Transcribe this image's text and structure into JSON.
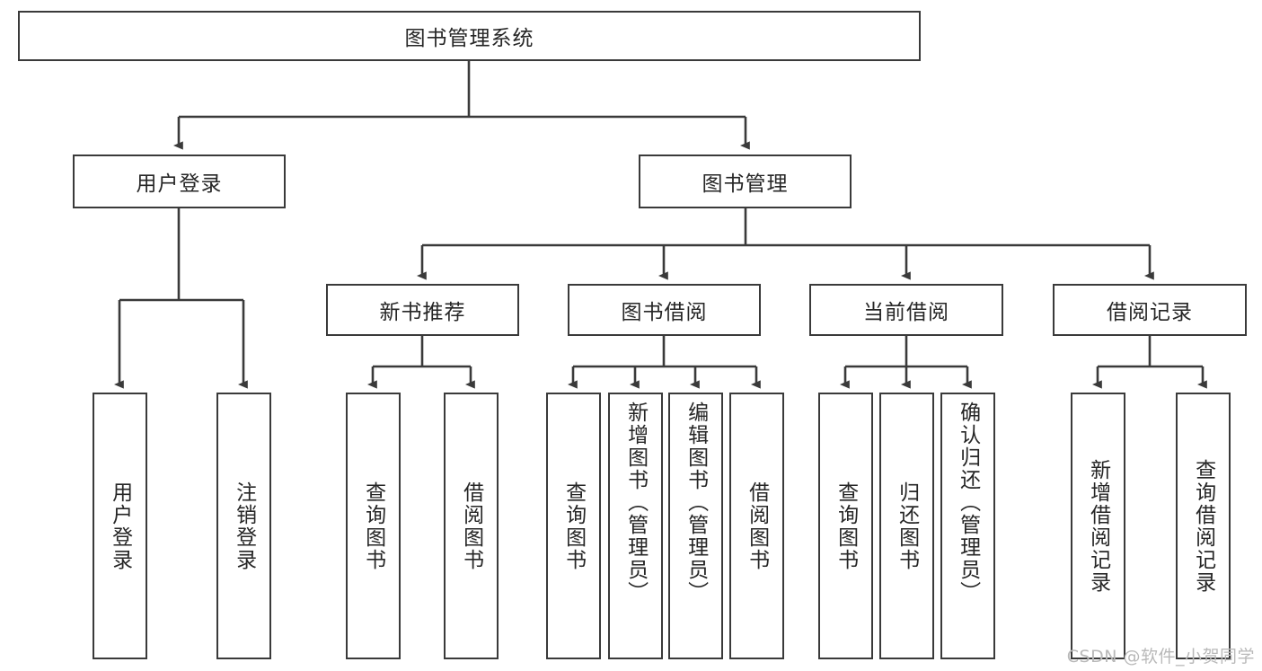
{
  "diagram": {
    "type": "tree",
    "title": "图书管理系统",
    "watermark": "CSDN @软件_小贺同学",
    "colors": {
      "box_border": "#3a3a3a",
      "box_fill": "#ffffff",
      "text": "#262626",
      "edge": "#3a3a3a",
      "watermark": "#b9b9b9"
    },
    "levels": {
      "root": {
        "label": "图书管理系统"
      },
      "level2": [
        {
          "id": "user-login",
          "label": "用户登录"
        },
        {
          "id": "book-manage",
          "label": "图书管理"
        }
      ],
      "level3": [
        {
          "id": "new-book-recommend",
          "label": "新书推荐",
          "parent": "book-manage"
        },
        {
          "id": "book-borrow",
          "label": "图书借阅",
          "parent": "book-manage"
        },
        {
          "id": "current-borrow",
          "label": "当前借阅",
          "parent": "book-manage"
        },
        {
          "id": "borrow-record",
          "label": "借阅记录",
          "parent": "book-manage"
        }
      ],
      "leaves": {
        "user-login": [
          {
            "id": "leaf-user-login",
            "label": "用户登录"
          },
          {
            "id": "leaf-logout",
            "label": "注销登录"
          }
        ],
        "new-book-recommend": [
          {
            "id": "leaf-query-book-1",
            "label": "查询图书"
          },
          {
            "id": "leaf-borrow-book-1",
            "label": "借阅图书"
          }
        ],
        "book-borrow": [
          {
            "id": "leaf-query-book-2",
            "label": "查询图书"
          },
          {
            "id": "leaf-add-book",
            "label": "新增图书（管理员）"
          },
          {
            "id": "leaf-edit-book",
            "label": "编辑图书（管理员）"
          },
          {
            "id": "leaf-borrow-book-2",
            "label": "借阅图书"
          }
        ],
        "current-borrow": [
          {
            "id": "leaf-query-book-3",
            "label": "查询图书"
          },
          {
            "id": "leaf-return-book",
            "label": "归还图书"
          },
          {
            "id": "leaf-confirm-return",
            "label": "确认归还（管理员）"
          }
        ],
        "borrow-record": [
          {
            "id": "leaf-add-record",
            "label": "新增借阅记录"
          },
          {
            "id": "leaf-query-record",
            "label": "查询借阅记录"
          }
        ]
      }
    }
  }
}
